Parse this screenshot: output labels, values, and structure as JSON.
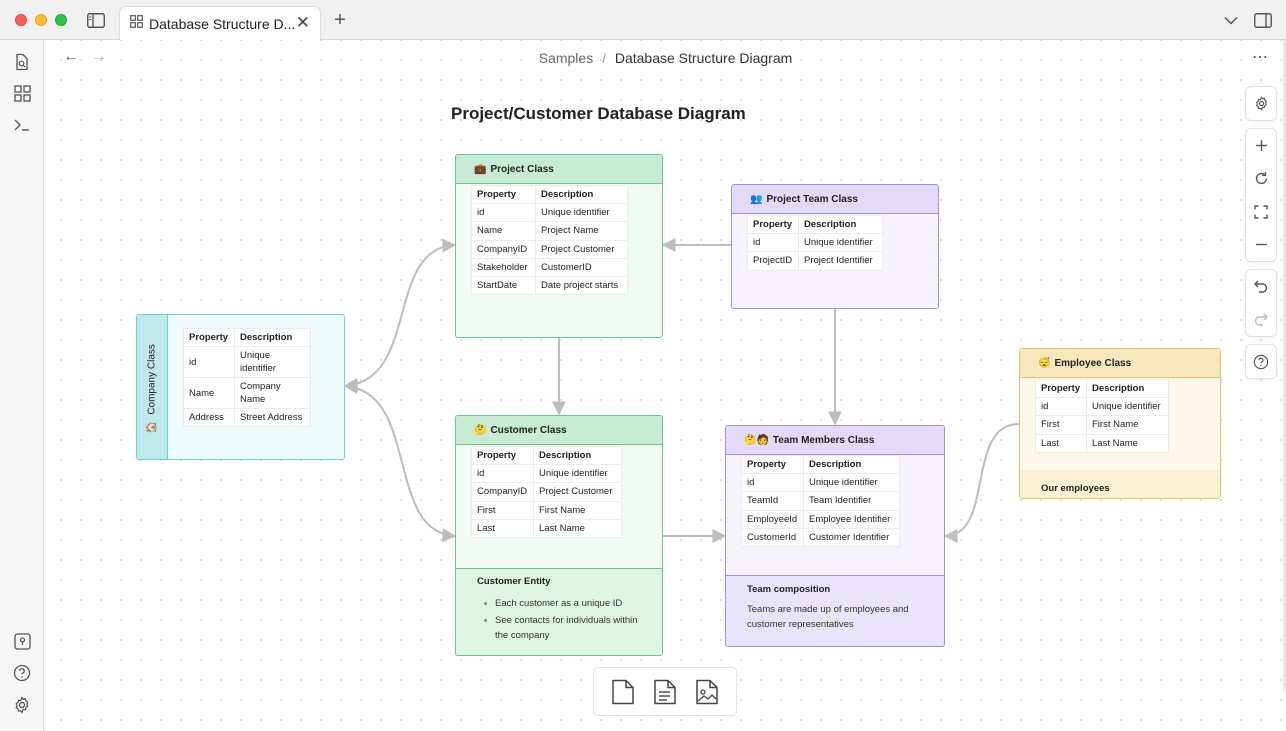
{
  "window": {
    "tab_title": "Database Structure D..."
  },
  "breadcrumb": {
    "parent": "Samples",
    "separator": "/",
    "current": "Database Structure Diagram"
  },
  "diagram": {
    "title": "Project/Customer Database Diagram",
    "nodes": {
      "project": {
        "emoji": "💼",
        "title": "Project Class",
        "headers": [
          "Property",
          "Description"
        ],
        "rows": [
          [
            "id",
            "Unique identifier"
          ],
          [
            "Name",
            "Project Name"
          ],
          [
            "CompanyID",
            "Project Customer"
          ],
          [
            "Stakeholder",
            "CustomerID"
          ],
          [
            "StartDate",
            "Date project starts"
          ]
        ]
      },
      "team": {
        "emoji": "👥",
        "title": "Project Team Class",
        "headers": [
          "Property",
          "Description"
        ],
        "rows": [
          [
            "id",
            "Unique identifier"
          ],
          [
            "ProjectID",
            "Project Identifier"
          ]
        ]
      },
      "company": {
        "emoji": "🏠",
        "title": "Company Class",
        "headers": [
          "Property",
          "Description"
        ],
        "rows": [
          [
            "id",
            "Unique identifier"
          ],
          [
            "Name",
            "Company Name"
          ],
          [
            "Address",
            "Street Address"
          ]
        ]
      },
      "customer": {
        "emoji": "🤔",
        "title": "Customer Class",
        "headers": [
          "Property",
          "Description"
        ],
        "rows": [
          [
            "id",
            "Unique identifier"
          ],
          [
            "CompanyID",
            "Project Customer"
          ],
          [
            "First",
            "First Name"
          ],
          [
            "Last",
            "Last Name"
          ]
        ],
        "section_title": "Customer Entity",
        "bullets": [
          "Each customer as a unique ID",
          "See contacts for individuals within the company"
        ]
      },
      "members": {
        "emoji": "🤔🧑",
        "title": "Team Members Class",
        "headers": [
          "Property",
          "Description"
        ],
        "rows": [
          [
            "id",
            "Unique identifier"
          ],
          [
            "TeamId",
            "Team Identifier"
          ],
          [
            "EmployeeId",
            "Employee Identifier"
          ],
          [
            "CustomerId",
            "Customer Identifier"
          ]
        ],
        "section_title": "Team composition",
        "section_text": "Teams are made up of employees and customer representatives"
      },
      "employee": {
        "emoji": "😴",
        "title": "Employee Class",
        "headers": [
          "Property",
          "Description"
        ],
        "rows": [
          [
            "id",
            "Unique identifier"
          ],
          [
            "First",
            "First Name"
          ],
          [
            "Last",
            "Last Name"
          ]
        ],
        "footer": "Our employees"
      }
    }
  },
  "colors": {
    "green": "#6cc58b",
    "purple": "#a48ee0",
    "teal": "#6ed0d3",
    "yellow": "#e4c46b",
    "edge": "#bdbdbd"
  }
}
